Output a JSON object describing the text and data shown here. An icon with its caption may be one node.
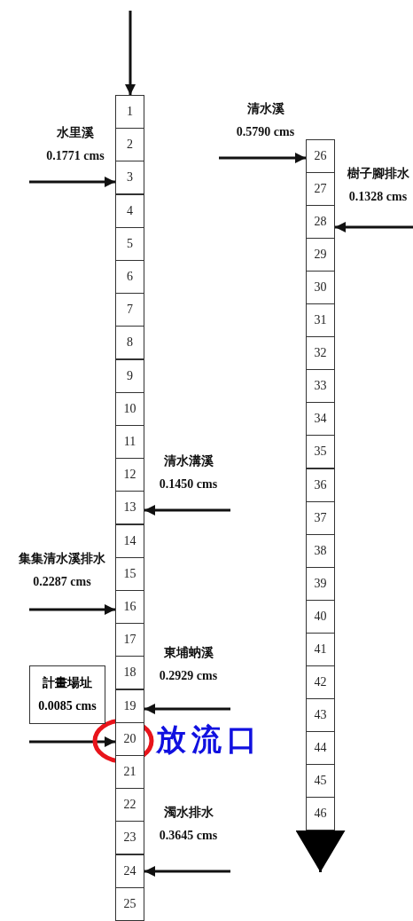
{
  "diagram": {
    "nodes": [
      {
        "text": [
          "1"
        ]
      },
      {
        "text": [
          "2"
        ]
      },
      {
        "text": [
          "3"
        ]
      },
      {
        "text": [
          "4"
        ]
      },
      {
        "text": [
          "5"
        ]
      },
      {
        "text": [
          "6"
        ]
      },
      {
        "text": [
          "7"
        ]
      },
      {
        "text": [
          "8"
        ]
      },
      {
        "text": [
          "9"
        ]
      },
      {
        "text": [
          "10"
        ]
      },
      {
        "text": [
          "11"
        ]
      },
      {
        "text": [
          "12"
        ]
      },
      {
        "text": [
          "13"
        ]
      },
      {
        "text": [
          "14"
        ]
      },
      {
        "text": [
          "15"
        ]
      },
      {
        "text": [
          "16"
        ]
      },
      {
        "text": [
          "17"
        ]
      },
      {
        "text": [
          "18"
        ]
      },
      {
        "text": [
          "19"
        ]
      },
      {
        "text": [
          "20"
        ]
      },
      {
        "text": [
          "21"
        ]
      },
      {
        "text": [
          "22"
        ]
      },
      {
        "text": [
          "23"
        ]
      },
      {
        "text": [
          "24"
        ]
      },
      {
        "text": [
          "25"
        ]
      },
      {
        "text": [
          "26"
        ]
      },
      {
        "text": [
          "27"
        ]
      },
      {
        "text": [
          "28"
        ]
      },
      {
        "text": [
          "29"
        ]
      },
      {
        "text": [
          "30"
        ]
      },
      {
        "text": [
          "31"
        ]
      },
      {
        "text": [
          "32"
        ]
      },
      {
        "text": [
          "33"
        ]
      },
      {
        "text": [
          "34"
        ]
      },
      {
        "text": [
          "35"
        ]
      },
      {
        "text": [
          "36"
        ]
      },
      {
        "text": [
          "37"
        ]
      },
      {
        "text": [
          "38"
        ]
      },
      {
        "text": [
          "39"
        ]
      },
      {
        "text": [
          "40"
        ]
      },
      {
        "text": [
          "41"
        ]
      },
      {
        "text": [
          "42"
        ]
      },
      {
        "text": [
          "43"
        ]
      },
      {
        "text": [
          "44"
        ]
      },
      {
        "text": [
          "45"
        ]
      },
      {
        "text": [
          "46"
        ]
      },
      {
        "text": [
          "計畫場址",
          "0.0085 cms"
        ]
      }
    ],
    "edges": [
      {
        "from": null,
        "to": 0,
        "arrow": "to"
      },
      {
        "from": null,
        "to": 2,
        "arrow": "to",
        "label": "水里溪 0.1771 cms"
      },
      {
        "from": null,
        "to": 25,
        "arrow": "to",
        "label": "清水溪 0.5790 cms"
      },
      {
        "from": null,
        "to": 27,
        "arrow": "to",
        "label": "樹子腳排水 0.1328 cms"
      },
      {
        "from": null,
        "to": 12,
        "arrow": "to",
        "label": "清水溝溪 0.1450 cms"
      },
      {
        "from": null,
        "to": 15,
        "arrow": "to",
        "label": "集集清水溪排水 0.2287 cms"
      },
      {
        "from": null,
        "to": 18,
        "arrow": "to",
        "label": "東埔蚋溪 0.2929 cms"
      },
      {
        "from": null,
        "to": 19,
        "arrow": "to"
      },
      {
        "from": null,
        "to": 23,
        "arrow": "to",
        "label": "濁水排水 0.3645 cms"
      },
      {
        "from": 45,
        "to": null,
        "arrow": "to"
      }
    ],
    "labels": [
      "放流口"
    ]
  }
}
